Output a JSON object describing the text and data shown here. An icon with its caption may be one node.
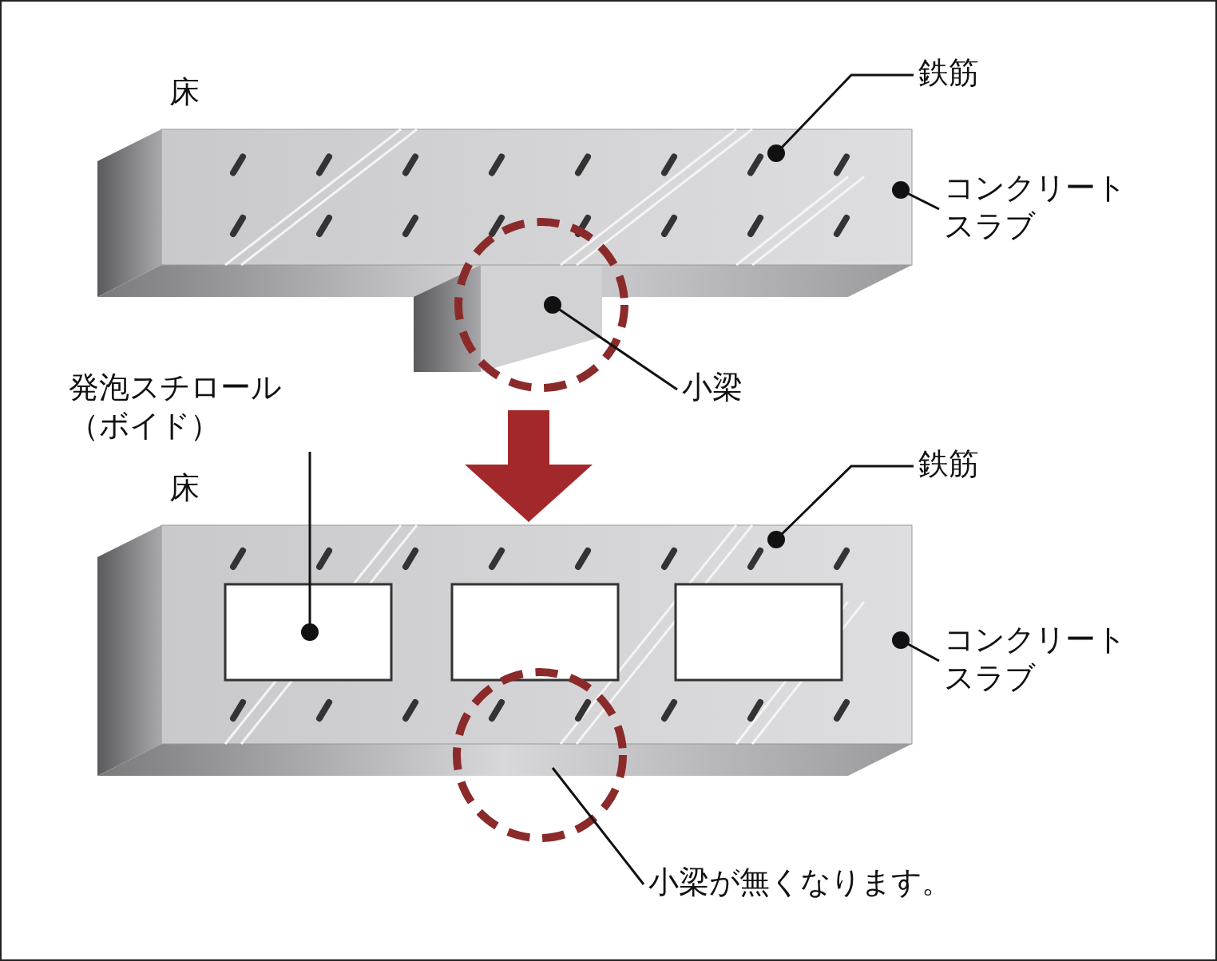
{
  "diagram": {
    "nodes": [
      {
        "text": [
          "鉄筋"
        ]
      },
      {
        "text": [
          "コンクリートスラブ"
        ]
      },
      {
        "text": [
          "小梁"
        ]
      },
      {
        "text": [],
        "shape": "box"
      },
      {
        "text": [],
        "shape": "box"
      },
      {
        "text": [
          "発泡スチロール（ボイド）"
        ]
      },
      {
        "text": [
          "鉄筋"
        ]
      },
      {
        "text": [
          "コンクリートスラブ"
        ]
      },
      {
        "text": [
          "小梁が無くなります。"
        ]
      }
    ],
    "edges": [
      {
        "from": 0,
        "to": 3,
        "arrow": "other"
      },
      {
        "from": 1,
        "to": 3,
        "arrow": "other"
      },
      {
        "from": 2,
        "to": 3,
        "arrow": "other"
      },
      {
        "from": 3,
        "to": 4,
        "arrow": "to",
        "style": "thick",
        "color": "#a3282c"
      },
      {
        "from": 5,
        "to": 4,
        "arrow": "other"
      },
      {
        "from": 6,
        "to": 4,
        "arrow": "other"
      },
      {
        "from": 7,
        "to": 4,
        "arrow": "other"
      },
      {
        "from": 8,
        "to": 4,
        "arrow": "none"
      }
    ],
    "labels": [
      "床",
      "床"
    ]
  }
}
